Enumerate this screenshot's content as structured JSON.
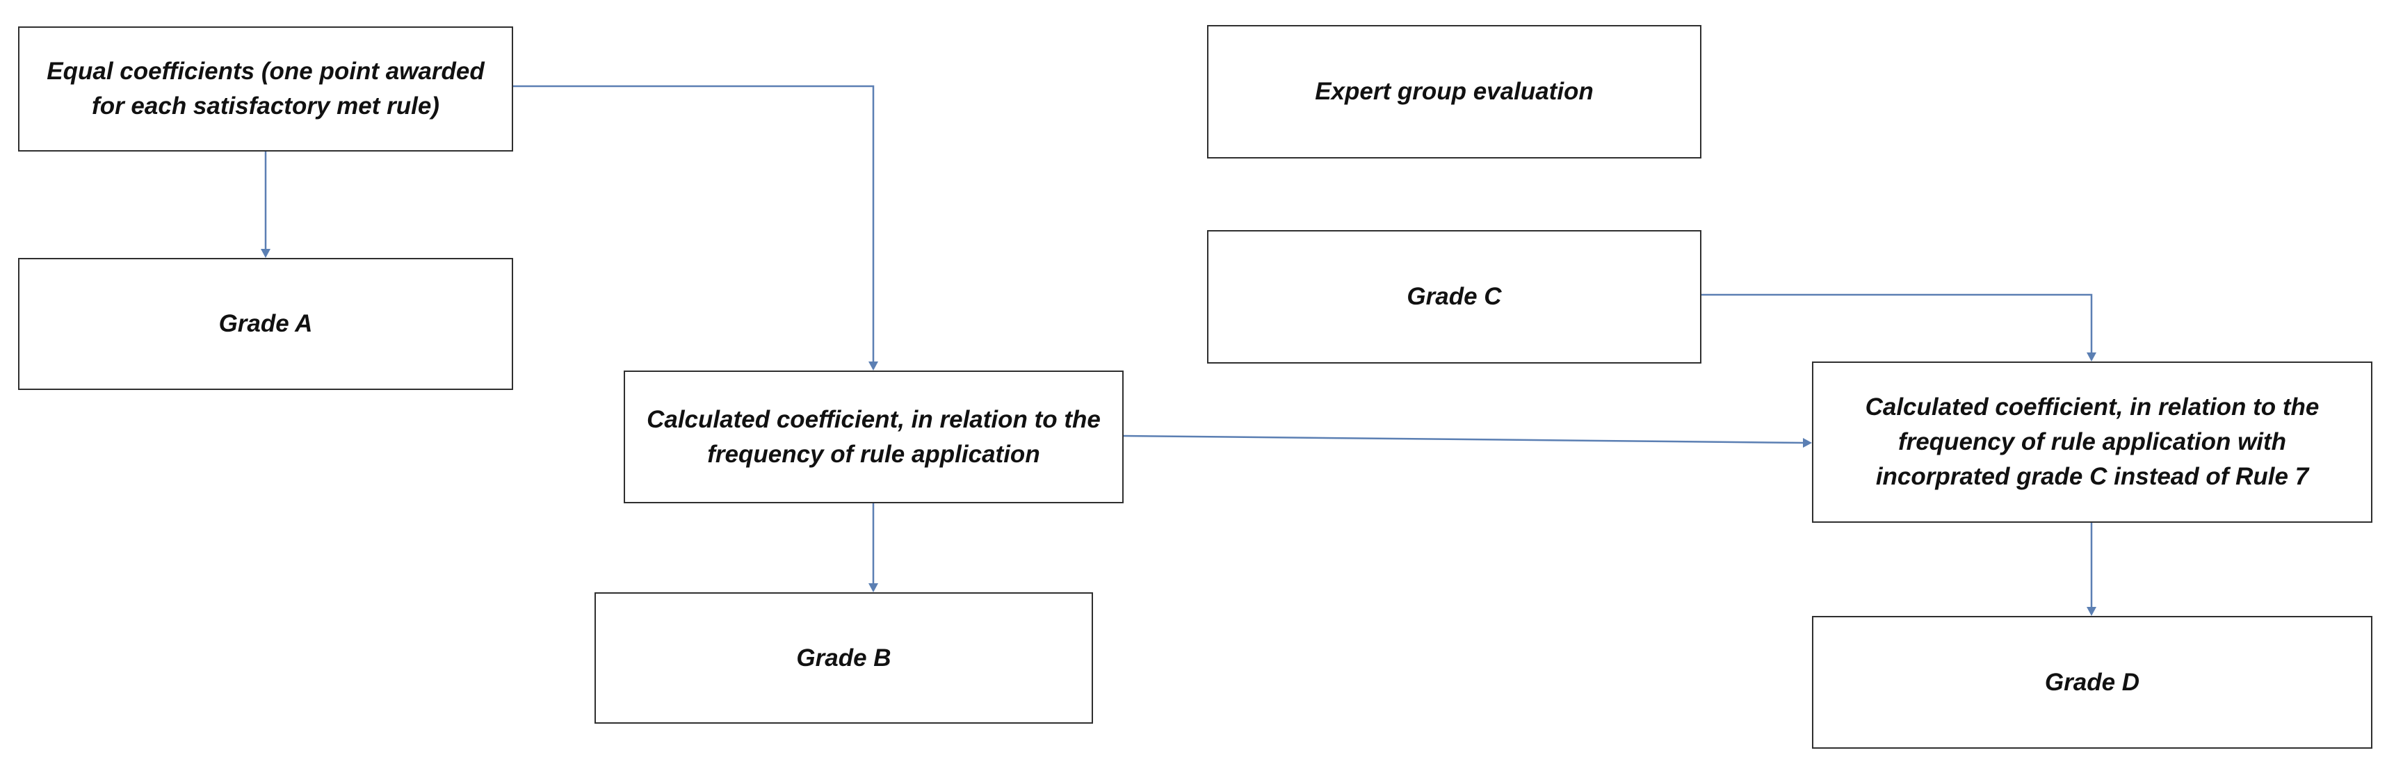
{
  "nodes": {
    "equal_coefficients": "Equal coefficients (one point awarded for each satisfactory met rule)",
    "grade_a": "Grade A",
    "calculated_coefficient_b": "Calculated coefficient, in relation to the frequency of rule application",
    "grade_b": "Grade B",
    "expert_group_evaluation": "Expert group evaluation",
    "grade_c": "Grade C",
    "calculated_coefficient_d": "Calculated coefficient, in relation to the frequency of rule application with incorprated grade C instead of Rule 7",
    "grade_d": "Grade D"
  },
  "edges": [
    {
      "from": "Equal coefficients (one point awarded for each satisfactory met rule)",
      "to": "Grade A"
    },
    {
      "from": "Equal coefficients (one point awarded for each satisfactory met rule)",
      "to": "Calculated coefficient, in relation to the frequency of rule application"
    },
    {
      "from": "Calculated coefficient, in relation to the frequency of rule application",
      "to": "Grade B"
    },
    {
      "from": "Calculated coefficient, in relation to the frequency of rule application",
      "to": "Calculated coefficient, in relation to the frequency of rule application with incorprated grade C instead of Rule 7"
    },
    {
      "from": "Grade C",
      "to": "Calculated coefficient, in relation to the frequency of rule application with incorprated grade C instead of Rule 7"
    },
    {
      "from": "Calculated coefficient, in relation to the frequency of rule application with incorprated grade C instead of Rule 7",
      "to": "Grade D"
    }
  ],
  "colors": {
    "connector": "#5b7fb3",
    "box_border": "#2f2f2f",
    "text": "#111111",
    "background": "#ffffff"
  }
}
